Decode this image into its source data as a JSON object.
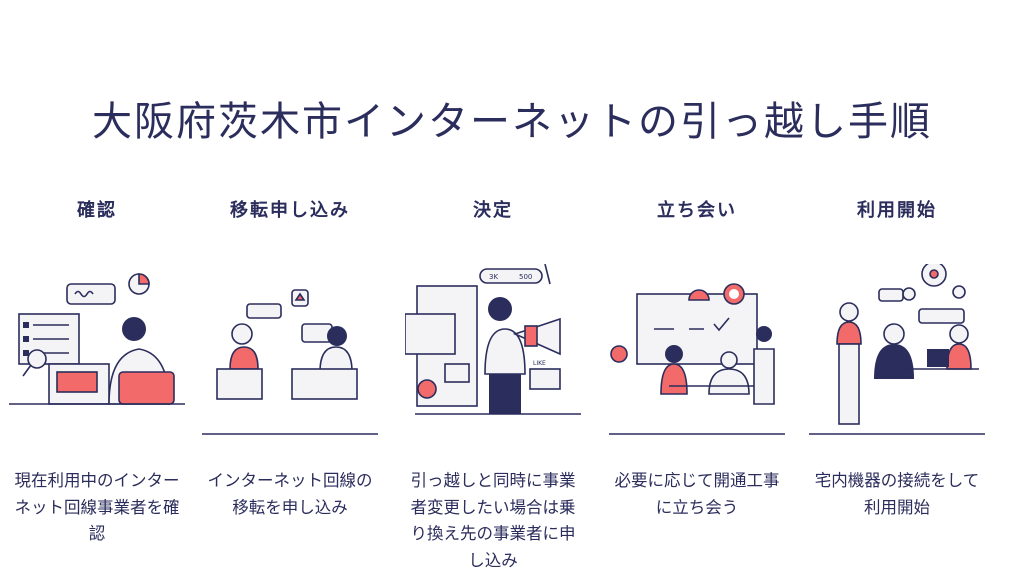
{
  "title": "大阪府茨木市インターネットの引っ越し手順",
  "colors": {
    "text": "#2b2d5c",
    "accent": "#f26a6a"
  },
  "steps": [
    {
      "heading": "確認",
      "description": "現在利用中のインターネット回線事業者を確認",
      "icon": "computer-check-illustration"
    },
    {
      "heading": "移転申し込み",
      "description": "インターネット回線の移転を申し込み",
      "icon": "consultation-illustration"
    },
    {
      "heading": "決定",
      "description": "引っ越しと同時に事業者変更したい場合は乗り換え先の事業者に申し込み",
      "icon": "megaphone-illustration",
      "badge_followers": "3K",
      "badge_likes": "500",
      "like_label": "LIKE"
    },
    {
      "heading": "立ち会い",
      "description": "必要に応じて開通工事に立ち会う",
      "icon": "meeting-illustration"
    },
    {
      "heading": "利用開始",
      "description": "宅内機器の接続をして利用開始",
      "icon": "team-work-illustration"
    }
  ]
}
